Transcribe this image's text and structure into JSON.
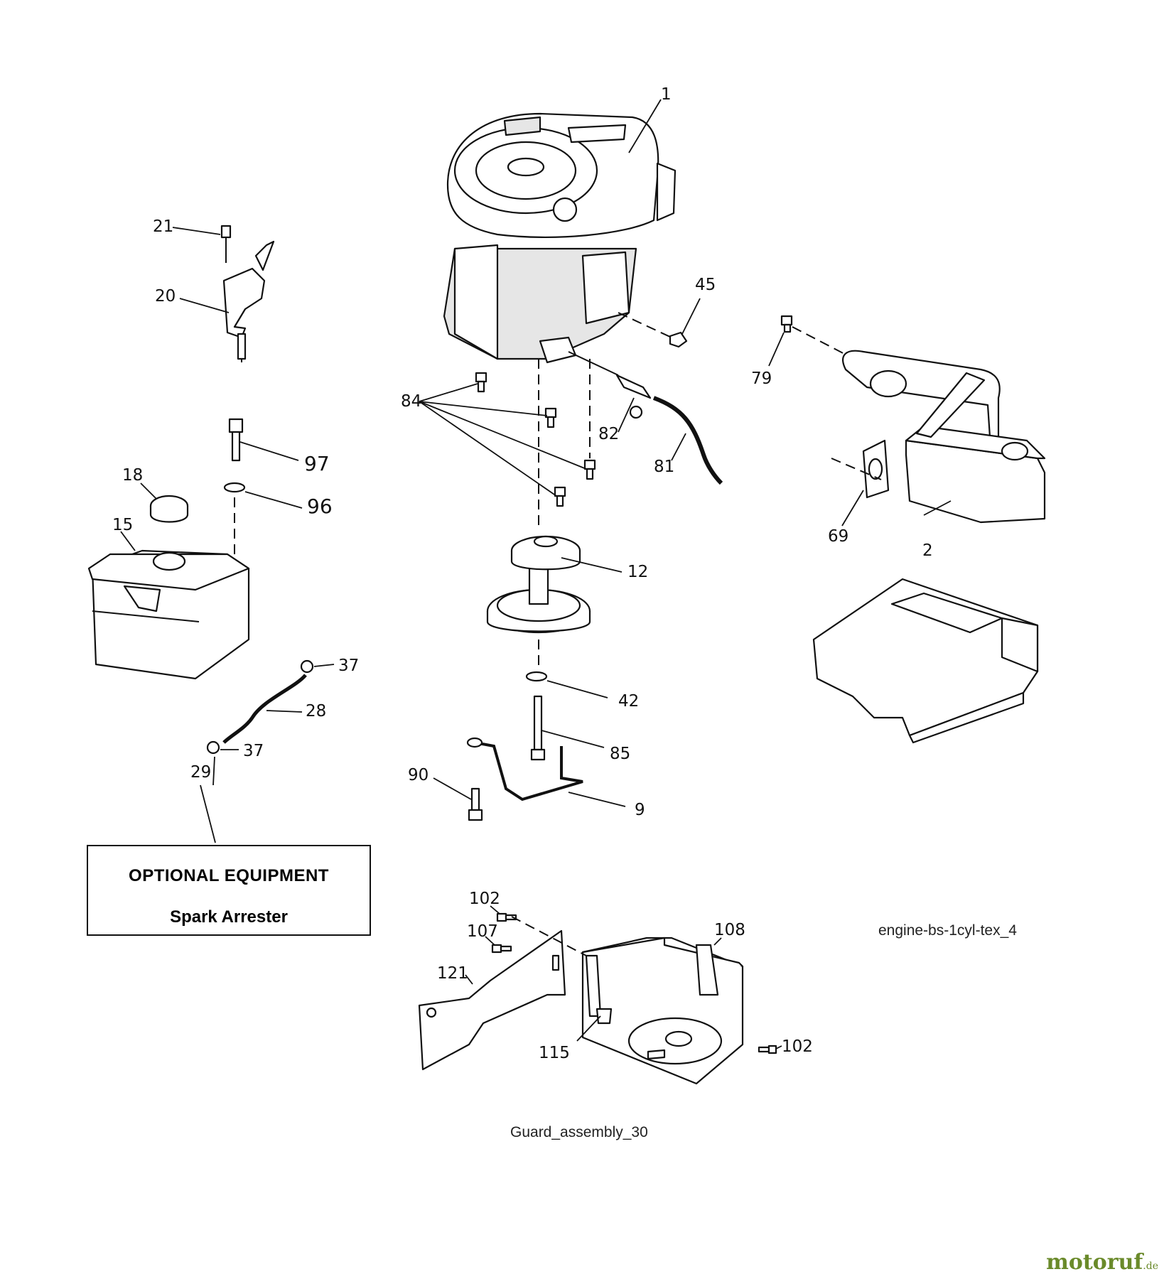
{
  "labels": {
    "engine": "1",
    "muffler": "2",
    "guard_rod": "9",
    "pulley": "12",
    "fuel_tank": "15",
    "fuel_cap": "18",
    "throttle_control": "20",
    "throttle_screw": "21",
    "fuel_line": "28",
    "filter": "29",
    "clamp_top": "37",
    "clamp_bottom": "37",
    "washer_42": "42",
    "nut_45": "45",
    "gasket_69": "69",
    "exhaust_screw_79": "79",
    "hose_81": "81",
    "fitting_82": "82",
    "bolts_84": "84",
    "bolt_85": "85",
    "bolt_90": "90",
    "washer_96": "96",
    "bolt_97": "97",
    "screw_102_top": "102",
    "screw_102_right": "102",
    "screw_107": "107",
    "guard_108": "108",
    "bracket_115": "115",
    "plate_121": "121"
  },
  "optional_equipment": {
    "title": "OPTIONAL EQUIPMENT",
    "item": "Spark Arrester"
  },
  "captions": {
    "engine_section": "engine-bs-1cyl-tex_4",
    "guard_section": "Guard_assembly_30"
  },
  "brand": {
    "name": "motoruf",
    "tld": ".de",
    "color": "#6a8a2a"
  }
}
